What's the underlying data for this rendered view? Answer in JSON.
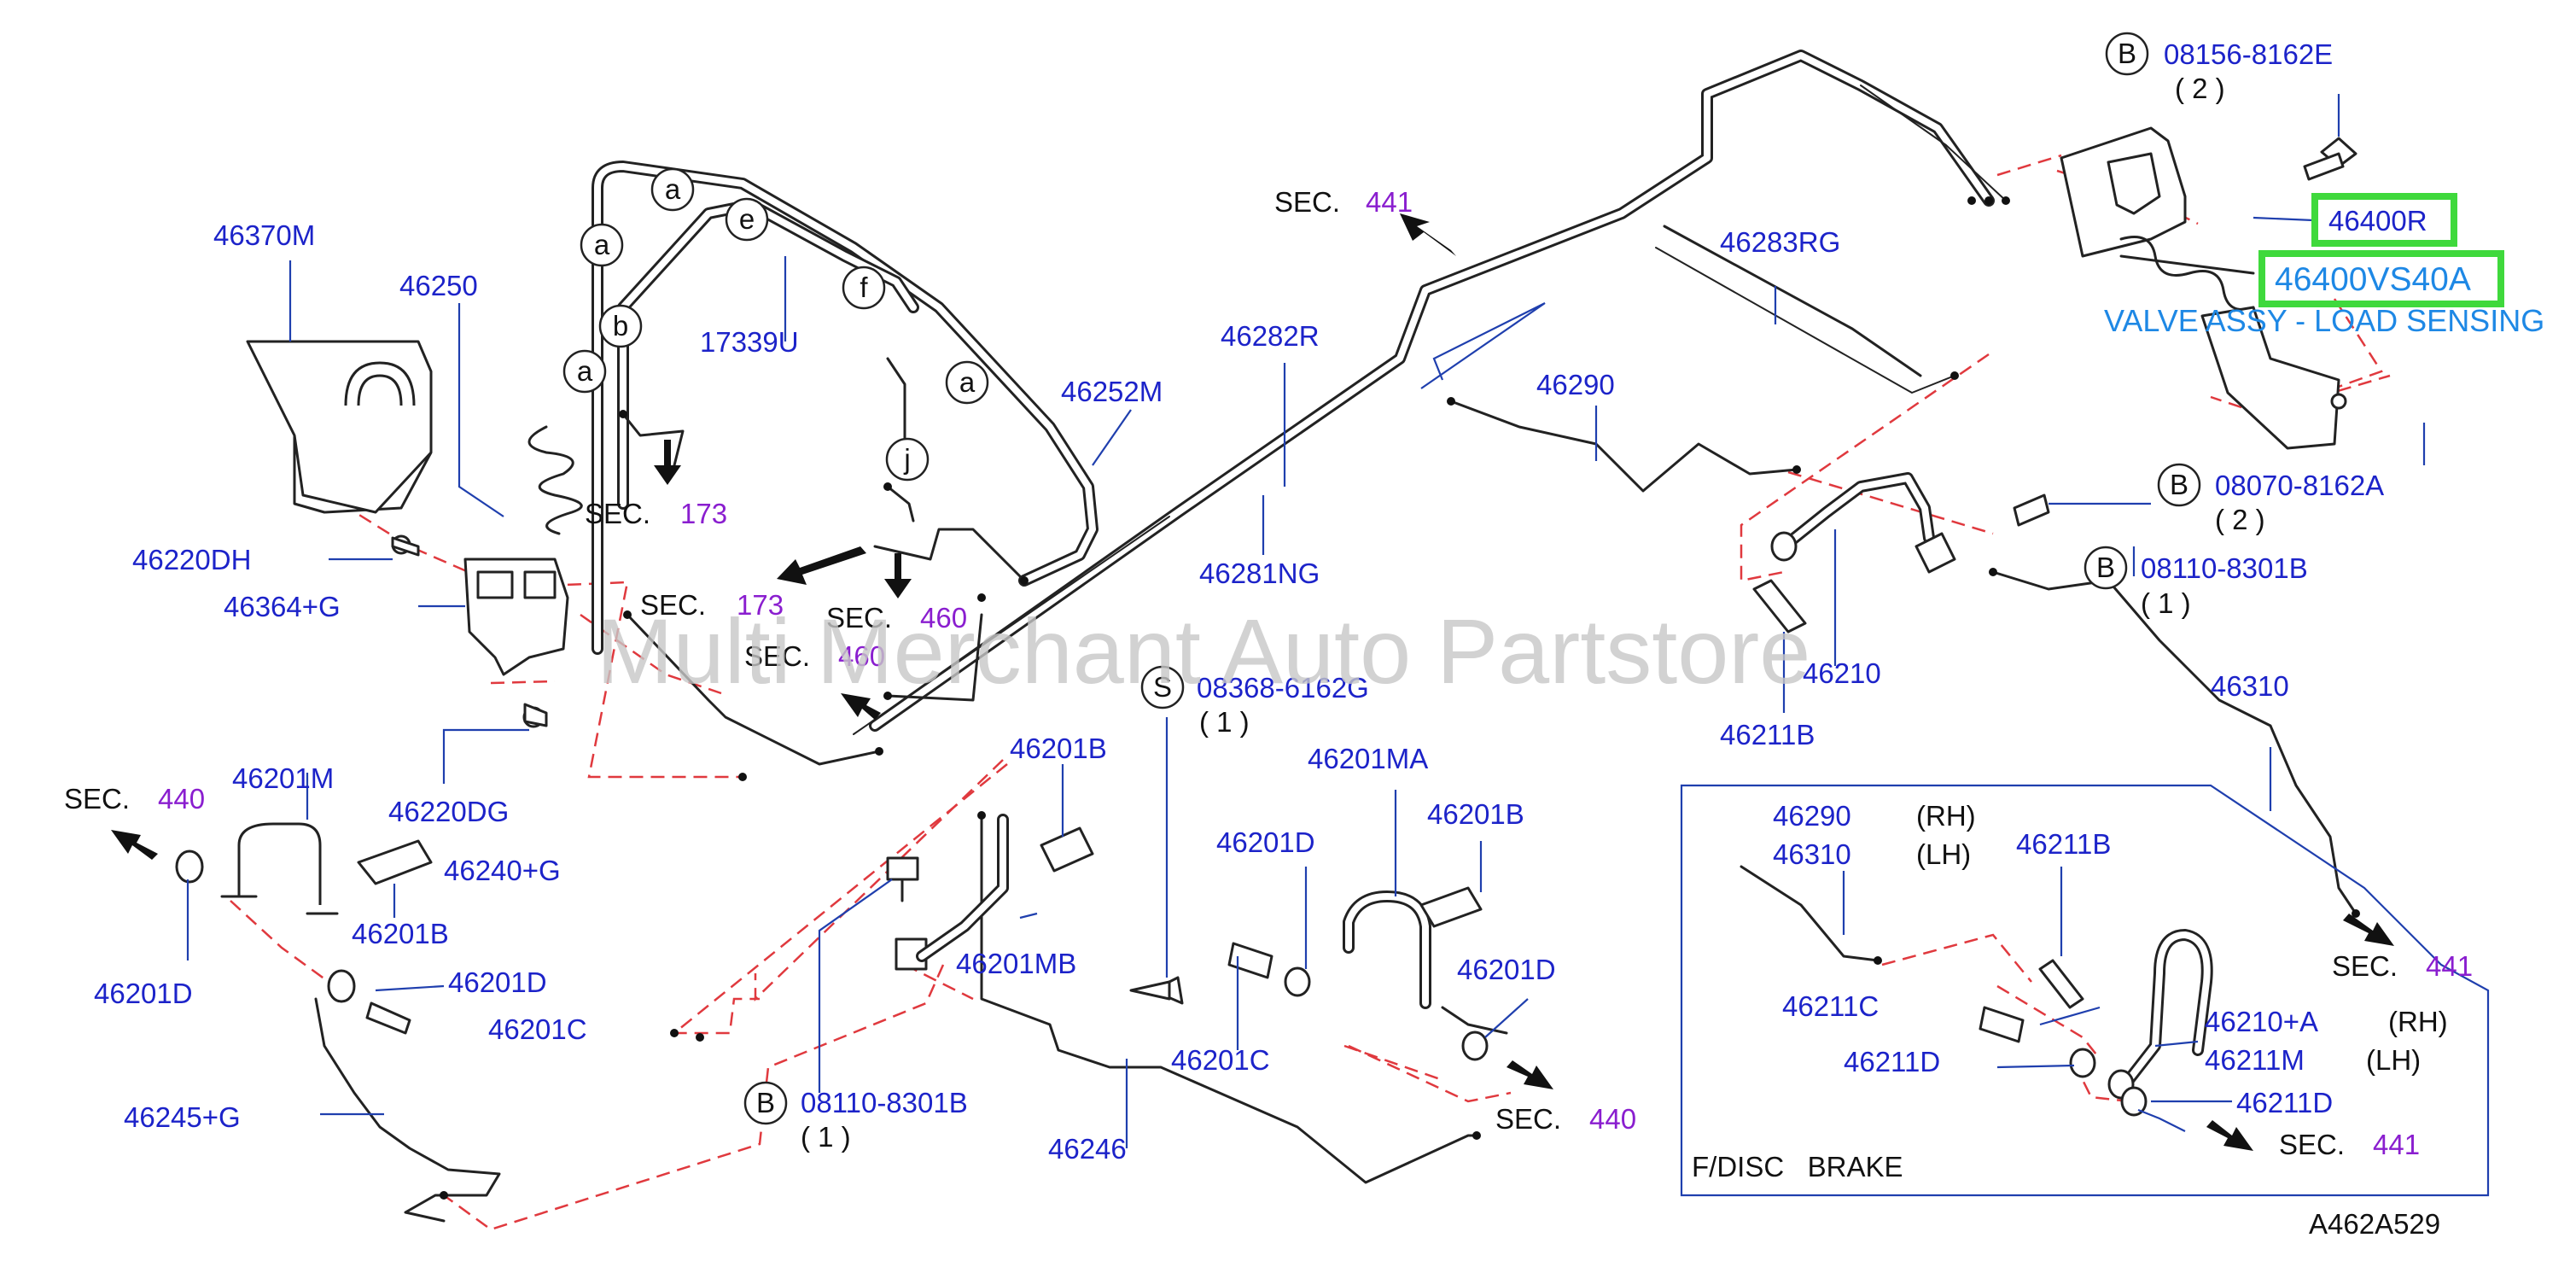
{
  "watermark": "Multi Merchant Auto Partstore",
  "diagram_code": "A462A529",
  "highlighted_parts": [
    "46400R",
    "46400VS40A"
  ],
  "valve_description": "VALVE ASSY - LOAD SENSING",
  "inset_title": "F/DISC   BRAKE",
  "colors": {
    "part_number": "#1c23c9",
    "section_number": "#8a1ecf",
    "highlight": "#3fd93c",
    "description": "#1e88e5",
    "guide_line": "#e0393e"
  },
  "part_labels": [
    "46370M",
    "46250",
    "17339U",
    "46252M",
    "46220DH",
    "46364+G",
    "46220DG",
    "46201M",
    "46240+G",
    "46201B",
    "46201D",
    "46201D",
    "46201C",
    "46245+G",
    "46201B",
    "46201MB",
    "08110-8301B",
    "46246",
    "08368-6162G",
    "46201MA",
    "46201B",
    "46201D",
    "46201C",
    "46201D",
    "46282R",
    "46281NG",
    "46290",
    "46283RG",
    "08156-8162E",
    "46400R",
    "46400VS40A",
    "08070-8162A",
    "08110-8301B",
    "46210",
    "46211B",
    "46310",
    "46290",
    "46310",
    "46211B",
    "46211C",
    "46211D",
    "46210+A",
    "46211M",
    "46211D"
  ],
  "qty_labels": [
    "( 2 )",
    "( 2 )",
    "( 1 )",
    "( 1 )",
    "( 1 )"
  ],
  "side_labels": [
    "(RH)",
    "(LH)",
    "(RH)",
    "(LH)"
  ],
  "section_refs": [
    {
      "prefix": "SEC.",
      "num": "441"
    },
    {
      "prefix": "SEC.",
      "num": "173"
    },
    {
      "prefix": "SEC.",
      "num": "173"
    },
    {
      "prefix": "SEC.",
      "num": "460"
    },
    {
      "prefix": "SEC.",
      "num": "460"
    },
    {
      "prefix": "SEC.",
      "num": "440"
    },
    {
      "prefix": "SEC.",
      "num": "440"
    },
    {
      "prefix": "SEC.",
      "num": "441"
    },
    {
      "prefix": "SEC.",
      "num": "441"
    }
  ],
  "circle_markers": [
    "a",
    "a",
    "e",
    "b",
    "a",
    "f",
    "a",
    "j",
    "B",
    "B",
    "B",
    "S",
    "B"
  ]
}
